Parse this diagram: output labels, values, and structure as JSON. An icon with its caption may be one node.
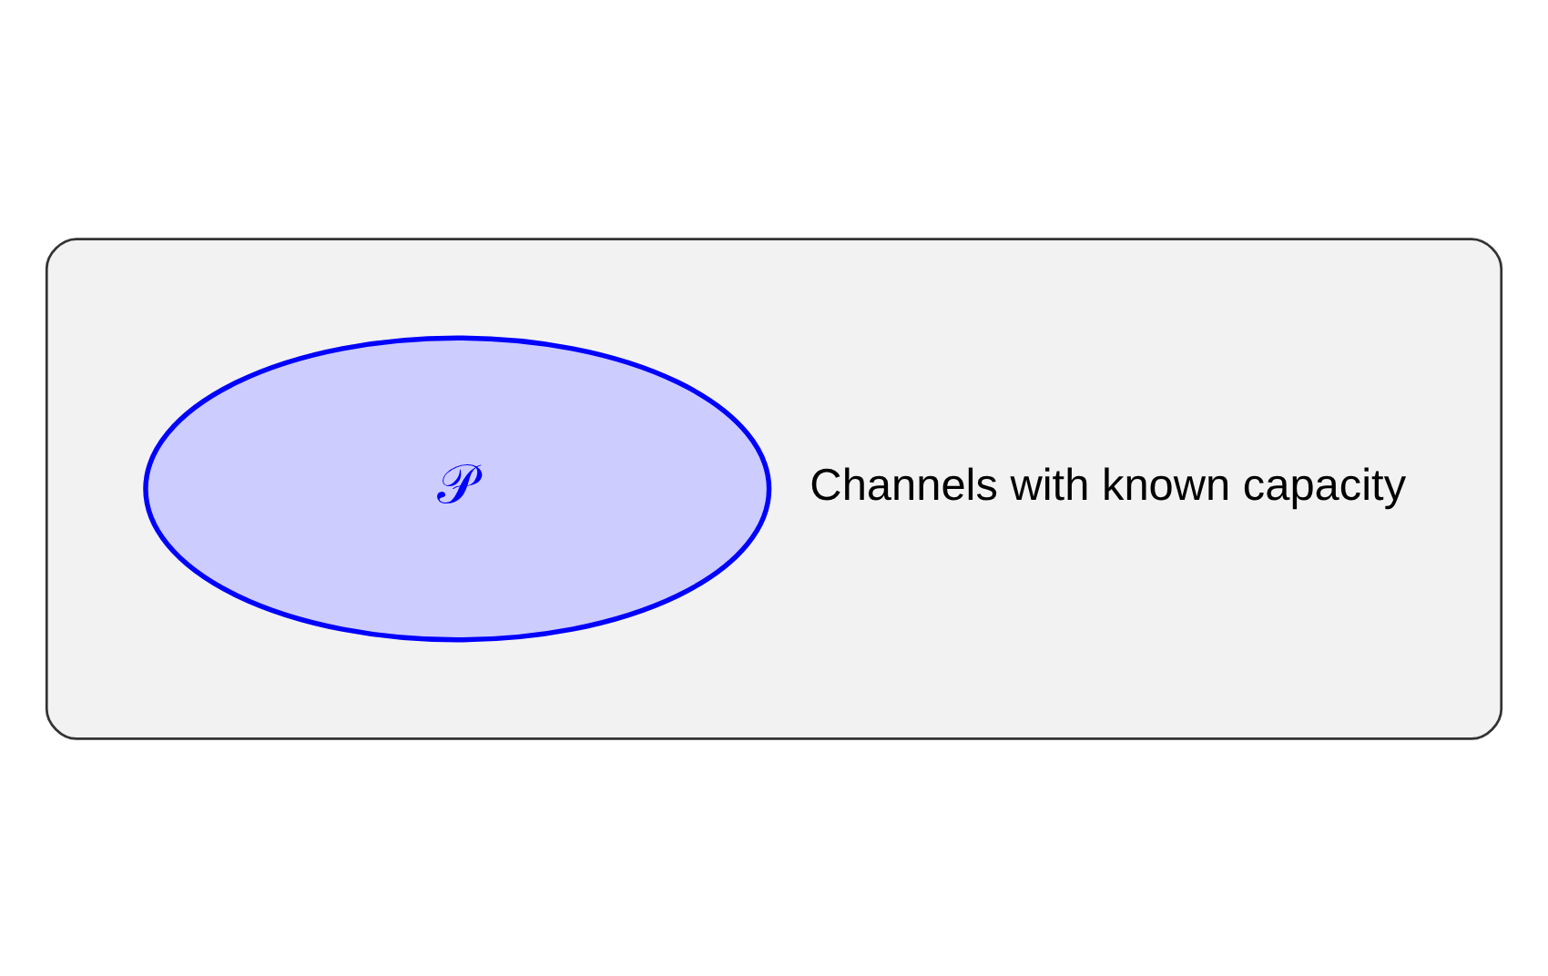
{
  "diagram": {
    "nodes": [
      {
        "text": [],
        "shape": "box"
      },
      {
        "text": [
          "𝒫"
        ],
        "in": 0,
        "beside": [
          "Channels with known capacity"
        ]
      }
    ]
  }
}
